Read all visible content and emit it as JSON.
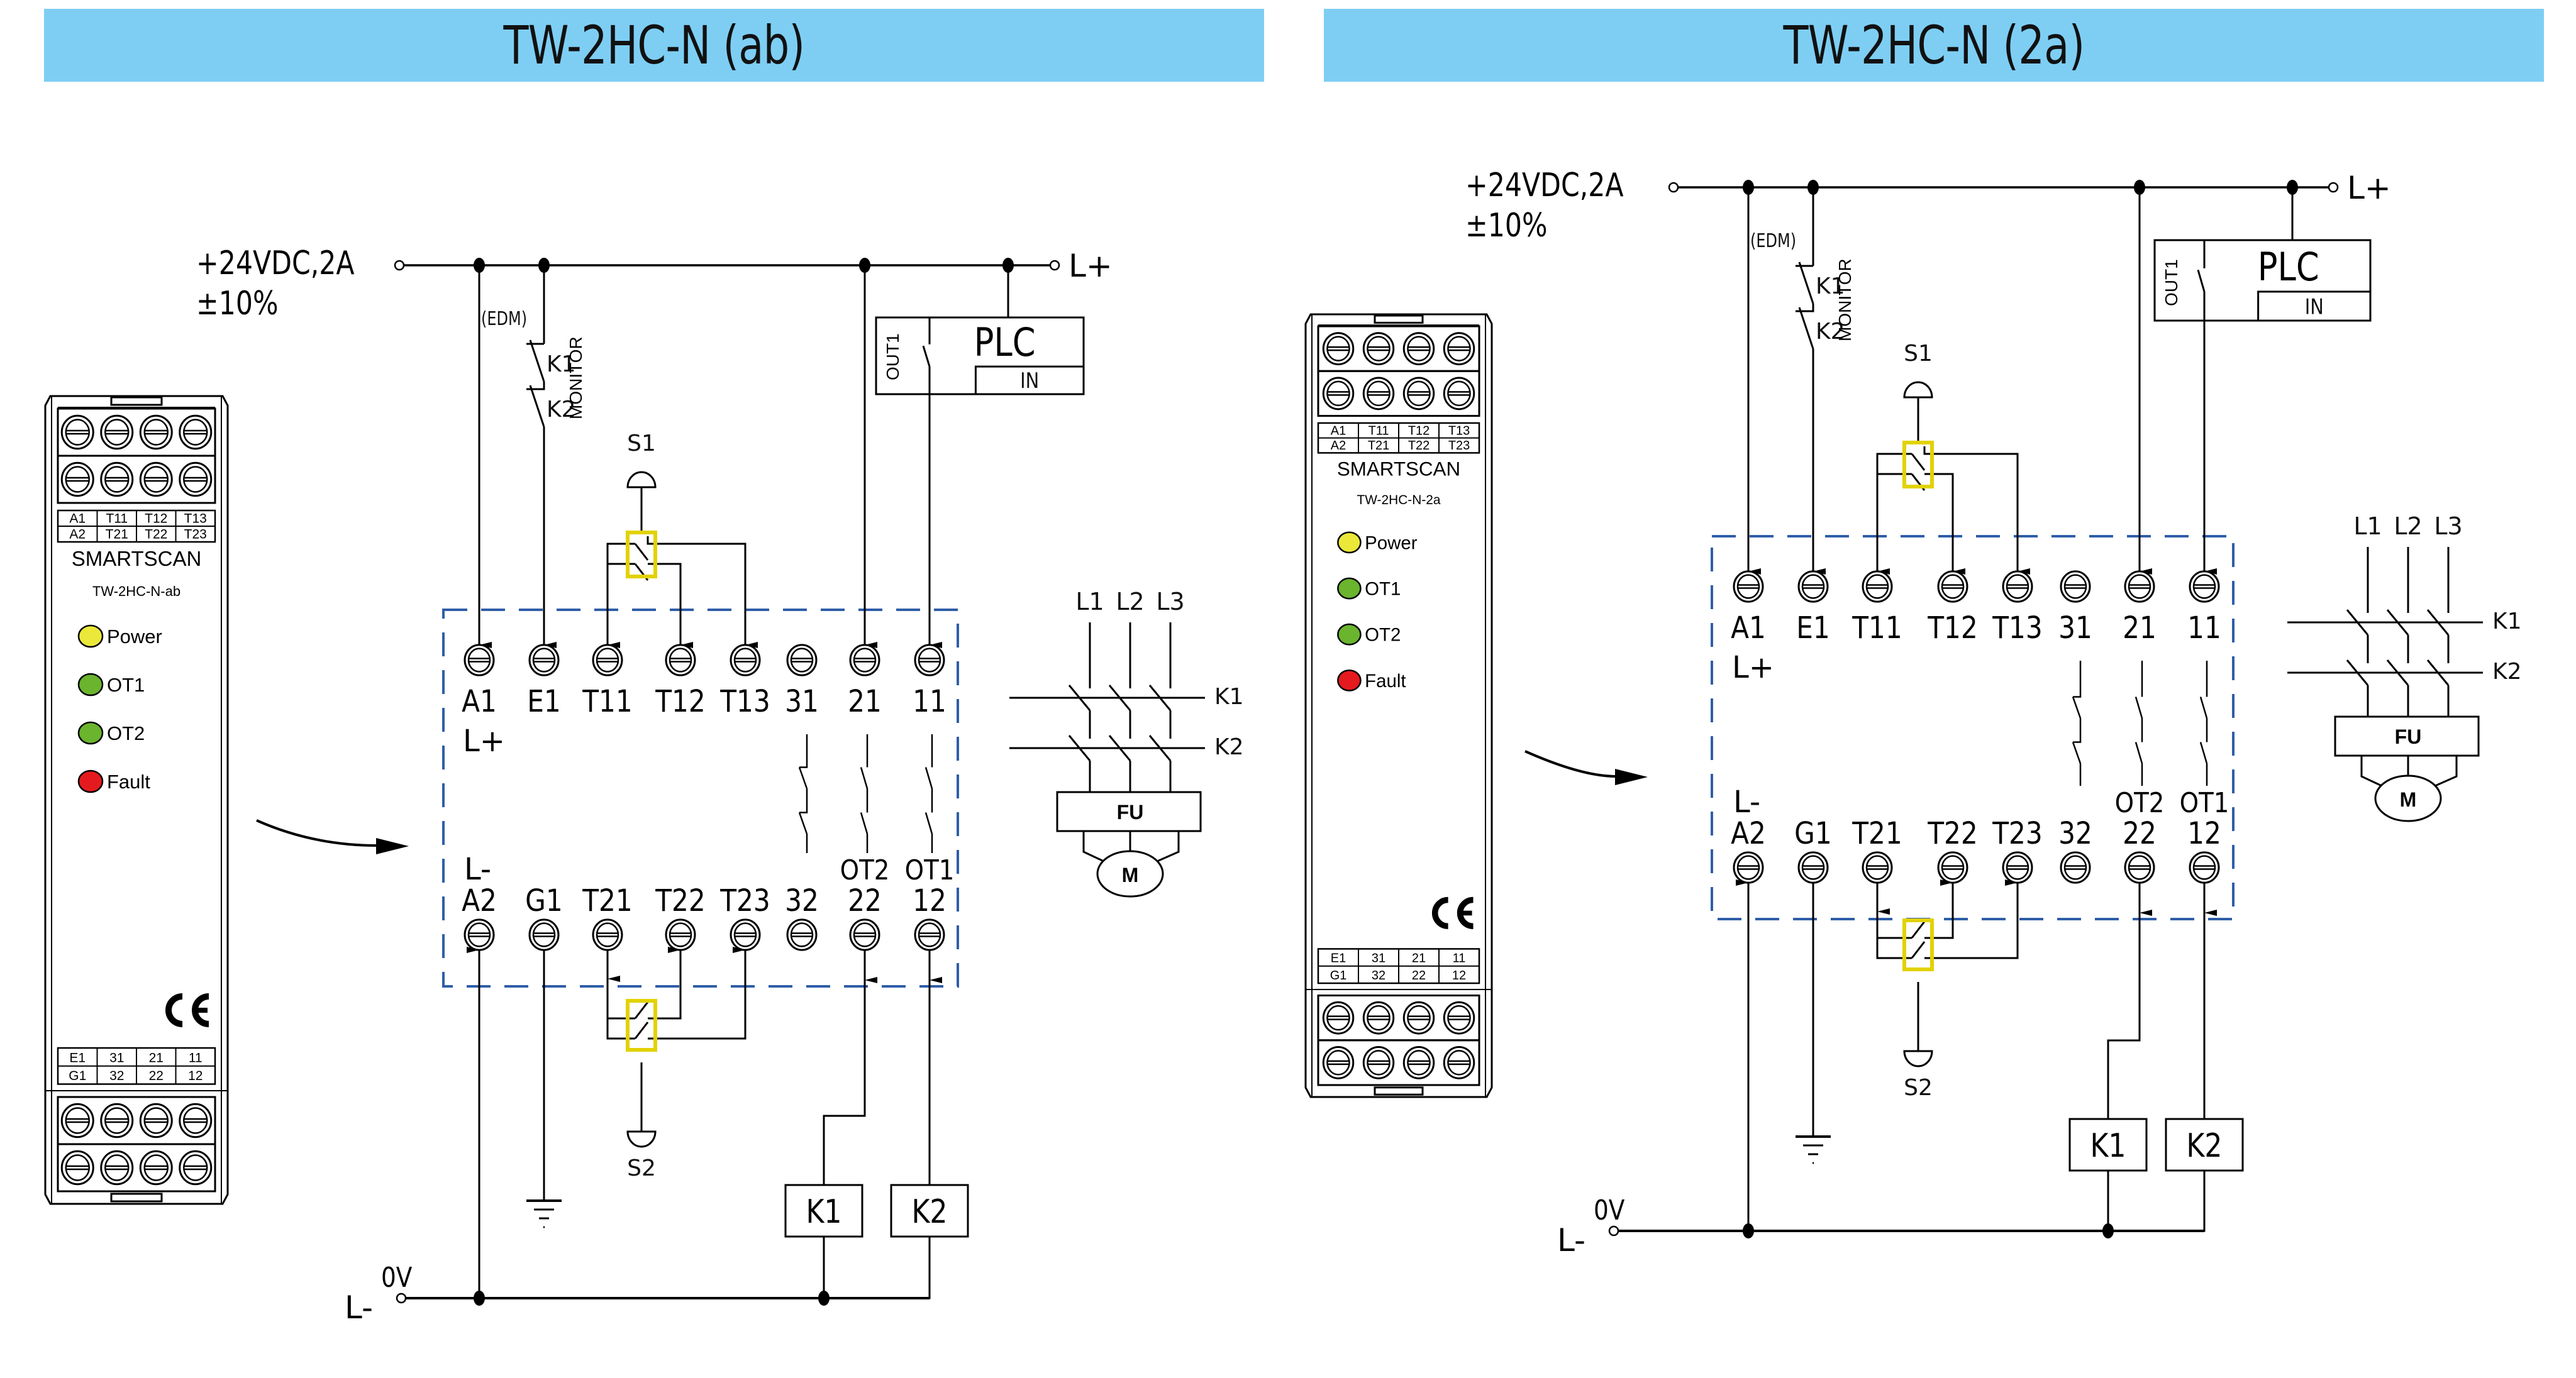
{
  "panels": [
    {
      "title": "TW-2HC-N (ab)",
      "supply": {
        "voltage": "+24VDC,2A",
        "tolerance": "±10%",
        "plus": "L+",
        "minus": "L-",
        "zero": "0V"
      },
      "edm": {
        "label": "(EDM)",
        "contacts": [
          "K1",
          "K2"
        ],
        "monitor": "MONITOR"
      },
      "plc": {
        "name": "PLC",
        "out": "OUT1",
        "in": "IN"
      },
      "switches": {
        "top": "S1",
        "bottom": "S2"
      },
      "terminals_top": [
        "A1",
        "E1",
        "T11",
        "T12",
        "T13",
        "31",
        "21",
        "11"
      ],
      "terminals_bottom": [
        "A2",
        "G1",
        "T21",
        "T22",
        "T23",
        "32",
        "22",
        "12"
      ],
      "lplus": "L+",
      "lminus": "L-",
      "outputs": [
        "OT2",
        "OT1"
      ],
      "coils": [
        "K1",
        "K2"
      ],
      "motor": {
        "lines": [
          "L1",
          "L2",
          "L3"
        ],
        "contactors": [
          "K1",
          "K2"
        ],
        "drive": "FU",
        "motor": "M"
      },
      "device": {
        "brand": "SMARTSCAN",
        "model": "TW-2HC-N-ab",
        "table_top": [
          [
            "A1",
            "T11",
            "T12",
            "T13"
          ],
          [
            "A2",
            "T21",
            "T22",
            "T23"
          ]
        ],
        "table_bottom": [
          [
            "E1",
            "31",
            "21",
            "11"
          ],
          [
            "G1",
            "32",
            "22",
            "12"
          ]
        ],
        "leds": [
          {
            "label": "Power",
            "color": "#ebe83a"
          },
          {
            "label": "OT1",
            "color": "#6ab42e"
          },
          {
            "label": "OT2",
            "color": "#6ab42e"
          },
          {
            "label": "Fault",
            "color": "#e51a1e"
          }
        ],
        "mark": "CE"
      }
    },
    {
      "title": "TW-2HC-N (2a)",
      "supply": {
        "voltage": "+24VDC,2A",
        "tolerance": "±10%",
        "plus": "L+",
        "minus": "L-",
        "zero": "0V"
      },
      "edm": {
        "label": "(EDM)",
        "contacts": [
          "K1",
          "K2"
        ],
        "monitor": "MONITOR"
      },
      "plc": {
        "name": "PLC",
        "out": "OUT1",
        "in": "IN"
      },
      "switches": {
        "top": "S1",
        "bottom": "S2"
      },
      "terminals_top": [
        "A1",
        "E1",
        "T11",
        "T12",
        "T13",
        "31",
        "21",
        "11"
      ],
      "terminals_bottom": [
        "A2",
        "G1",
        "T21",
        "T22",
        "T23",
        "32",
        "22",
        "12"
      ],
      "lplus": "L+",
      "lminus": "L-",
      "outputs": [
        "OT2",
        "OT1"
      ],
      "coils": [
        "K1",
        "K2"
      ],
      "motor": {
        "lines": [
          "L1",
          "L2",
          "L3"
        ],
        "contactors": [
          "K1",
          "K2"
        ],
        "drive": "FU",
        "motor": "M"
      },
      "device": {
        "brand": "SMARTSCAN",
        "model": "TW-2HC-N-2a",
        "table_top": [
          [
            "A1",
            "T11",
            "T12",
            "T13"
          ],
          [
            "A2",
            "T21",
            "T22",
            "T23"
          ]
        ],
        "table_bottom": [
          [
            "E1",
            "31",
            "21",
            "11"
          ],
          [
            "G1",
            "32",
            "22",
            "12"
          ]
        ],
        "leds": [
          {
            "label": "Power",
            "color": "#ebe83a"
          },
          {
            "label": "OT1",
            "color": "#6ab42e"
          },
          {
            "label": "OT2",
            "color": "#6ab42e"
          },
          {
            "label": "Fault",
            "color": "#e51a1e"
          }
        ],
        "mark": "CE"
      }
    }
  ],
  "colors": {
    "banner": "#7ecef4",
    "dashed_box": "#2f5ea8",
    "highlight": "#e2d200"
  }
}
